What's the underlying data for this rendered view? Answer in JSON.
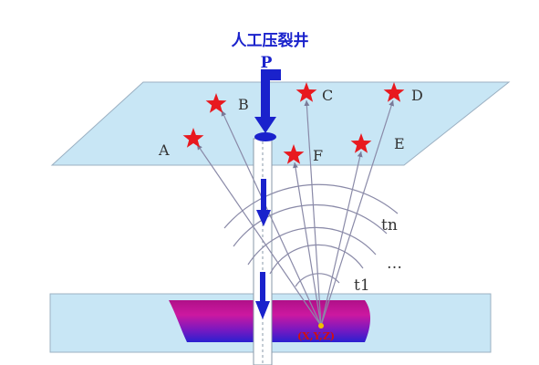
{
  "title": "人工压裂井",
  "well_label": "P",
  "stations": [
    {
      "id": "A",
      "label": "A"
    },
    {
      "id": "B",
      "label": "B"
    },
    {
      "id": "C",
      "label": "C"
    },
    {
      "id": "D",
      "label": "D"
    },
    {
      "id": "E",
      "label": "E"
    },
    {
      "id": "F",
      "label": "F"
    }
  ],
  "wavefront_labels": {
    "tn": "tn",
    "ellipsis": "…",
    "t1": "t1"
  },
  "source_label": "(X,Y,Z)",
  "colors": {
    "surface_plane": "#c8e6f5",
    "layer": "#c8e6f5",
    "star": "#e8191f",
    "arrow": "#1a22cc",
    "ray": "#8a8aa8",
    "zone_top": "#c01090",
    "zone_bottom": "#2a20d0",
    "source_label": "#d01010",
    "text": "#333333"
  }
}
